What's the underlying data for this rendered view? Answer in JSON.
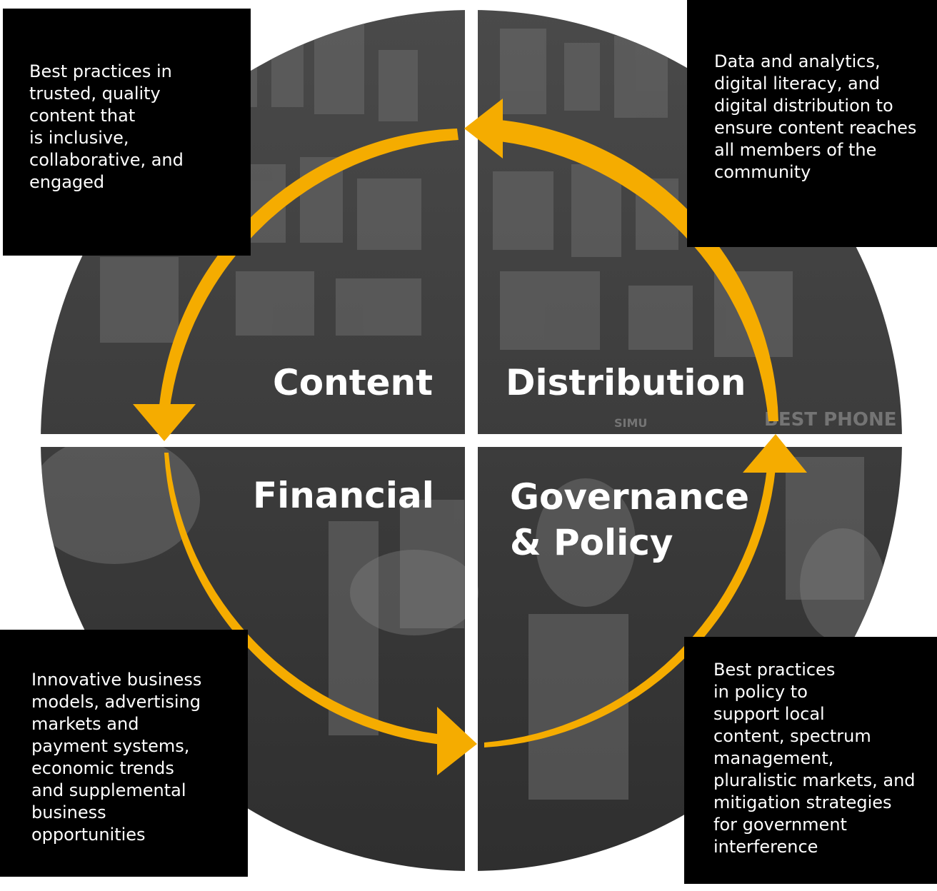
{
  "colors": {
    "box_background": "#000000",
    "circle_fill": "#3a3a3a",
    "arrow": "#f5ac00",
    "text": "#ffffff",
    "divider": "#ffffff"
  },
  "quadrants": {
    "content": {
      "label": "Content",
      "description": [
        "Best practices in",
        "trusted, quality",
        "content that",
        "is inclusive,",
        "collaborative, and",
        "engaged"
      ]
    },
    "distribution": {
      "label": "Distribution",
      "description": [
        "Data and analytics,",
        "digital literacy, and",
        "digital distribution to",
        "ensure content reaches",
        "all members of the",
        "community"
      ]
    },
    "financial": {
      "label": "Financial",
      "description": [
        "Innovative business",
        "models, advertising",
        "markets and",
        "payment systems,",
        "economic trends",
        "and supplemental",
        "business",
        "opportunities"
      ]
    },
    "governance": {
      "label_lines": [
        "Governance",
        "& Policy"
      ],
      "description": [
        "Best practices",
        "in policy to",
        "support local",
        "content, spectrum",
        "management,",
        "pluralistic markets, and",
        "mitigation strategies",
        "for government",
        "interference"
      ]
    }
  },
  "photo_signage": [
    "BEST PHONE",
    "SIMU"
  ]
}
